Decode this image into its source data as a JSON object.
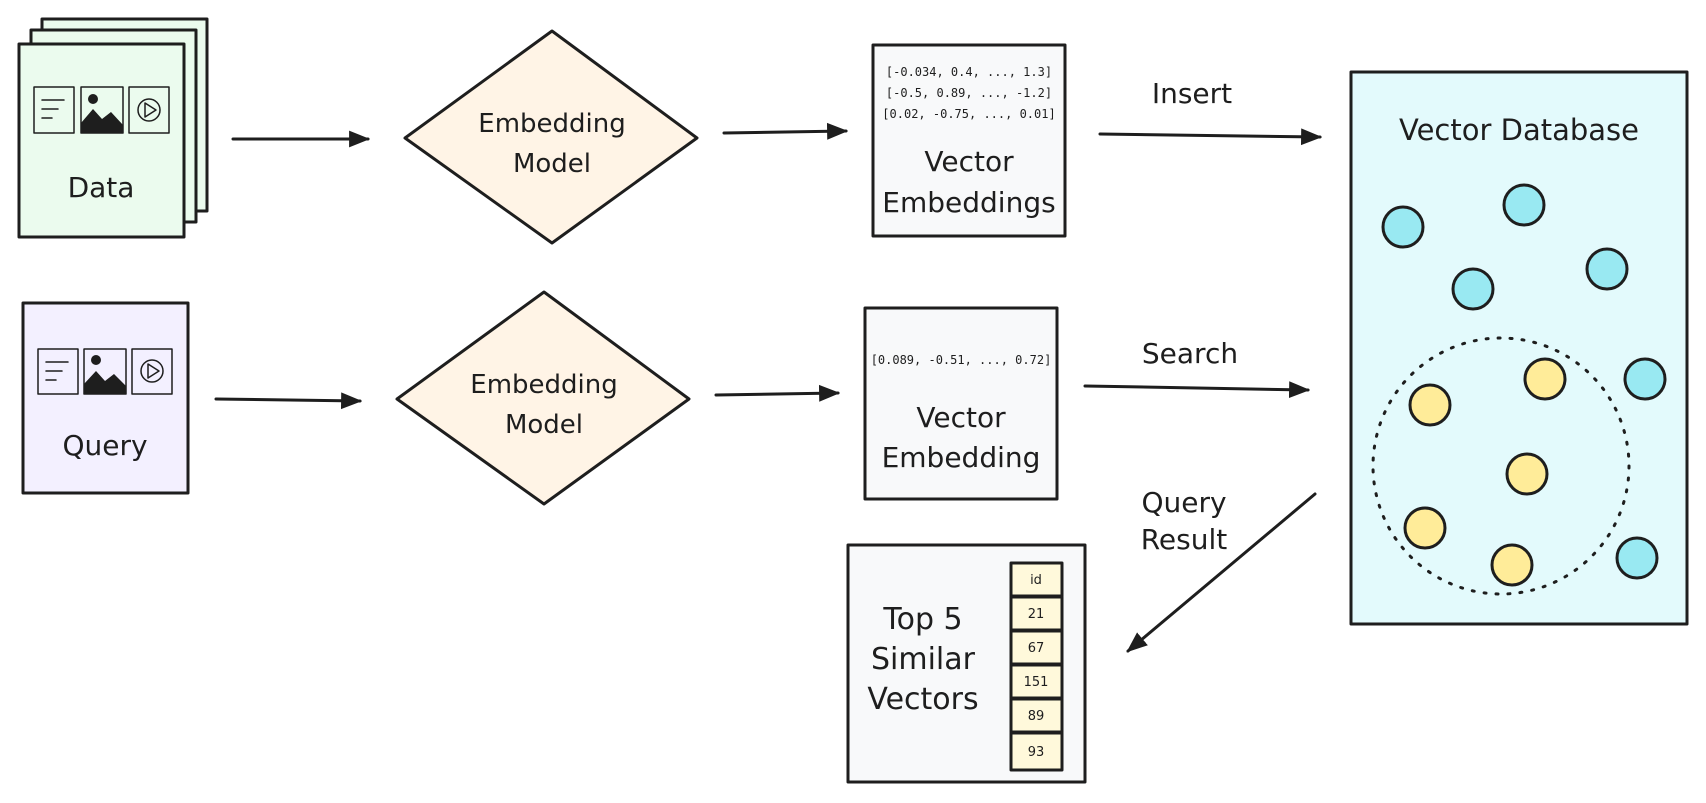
{
  "colors": {
    "stroke": "#1e1e1e",
    "data_fill": "#ebfbee",
    "query_fill": "#f3f0ff",
    "model_fill": "#fff4e6",
    "embedding_fill": "#f8f9fa",
    "database_fill": "#e3fafc",
    "cyan_point": "#99e9f2",
    "yellow_point": "#ffec99",
    "id_cell_fill": "#fff9db"
  },
  "icons": [
    "document-icon",
    "image-icon",
    "play-icon"
  ],
  "data_node": {
    "label": "Data"
  },
  "query_node": {
    "label": "Query"
  },
  "embedding_model_top": {
    "line1": "Embedding",
    "line2": "Model"
  },
  "embedding_model_bottom": {
    "line1": "Embedding",
    "line2": "Model"
  },
  "vector_embeddings": {
    "vectors": [
      "[-0.034, 0.4, ..., 1.3]",
      "[-0.5, 0.89, ..., -1.2]",
      "[0.02, -0.75, ..., 0.01]"
    ],
    "line1": "Vector",
    "line2": "Embeddings"
  },
  "vector_embedding": {
    "vector": "[0.089, -0.51, ..., 0.72]",
    "line1": "Vector",
    "line2": "Embedding"
  },
  "arrows": {
    "insert": "Insert",
    "search": "Search",
    "result_line1": "Query",
    "result_line2": "Result"
  },
  "vector_database": {
    "title": "Vector Database"
  },
  "top5": {
    "line1": "Top 5",
    "line2": "Similar",
    "line3": "Vectors",
    "ids": [
      "id",
      "21",
      "67",
      "151",
      "89",
      "93"
    ]
  }
}
